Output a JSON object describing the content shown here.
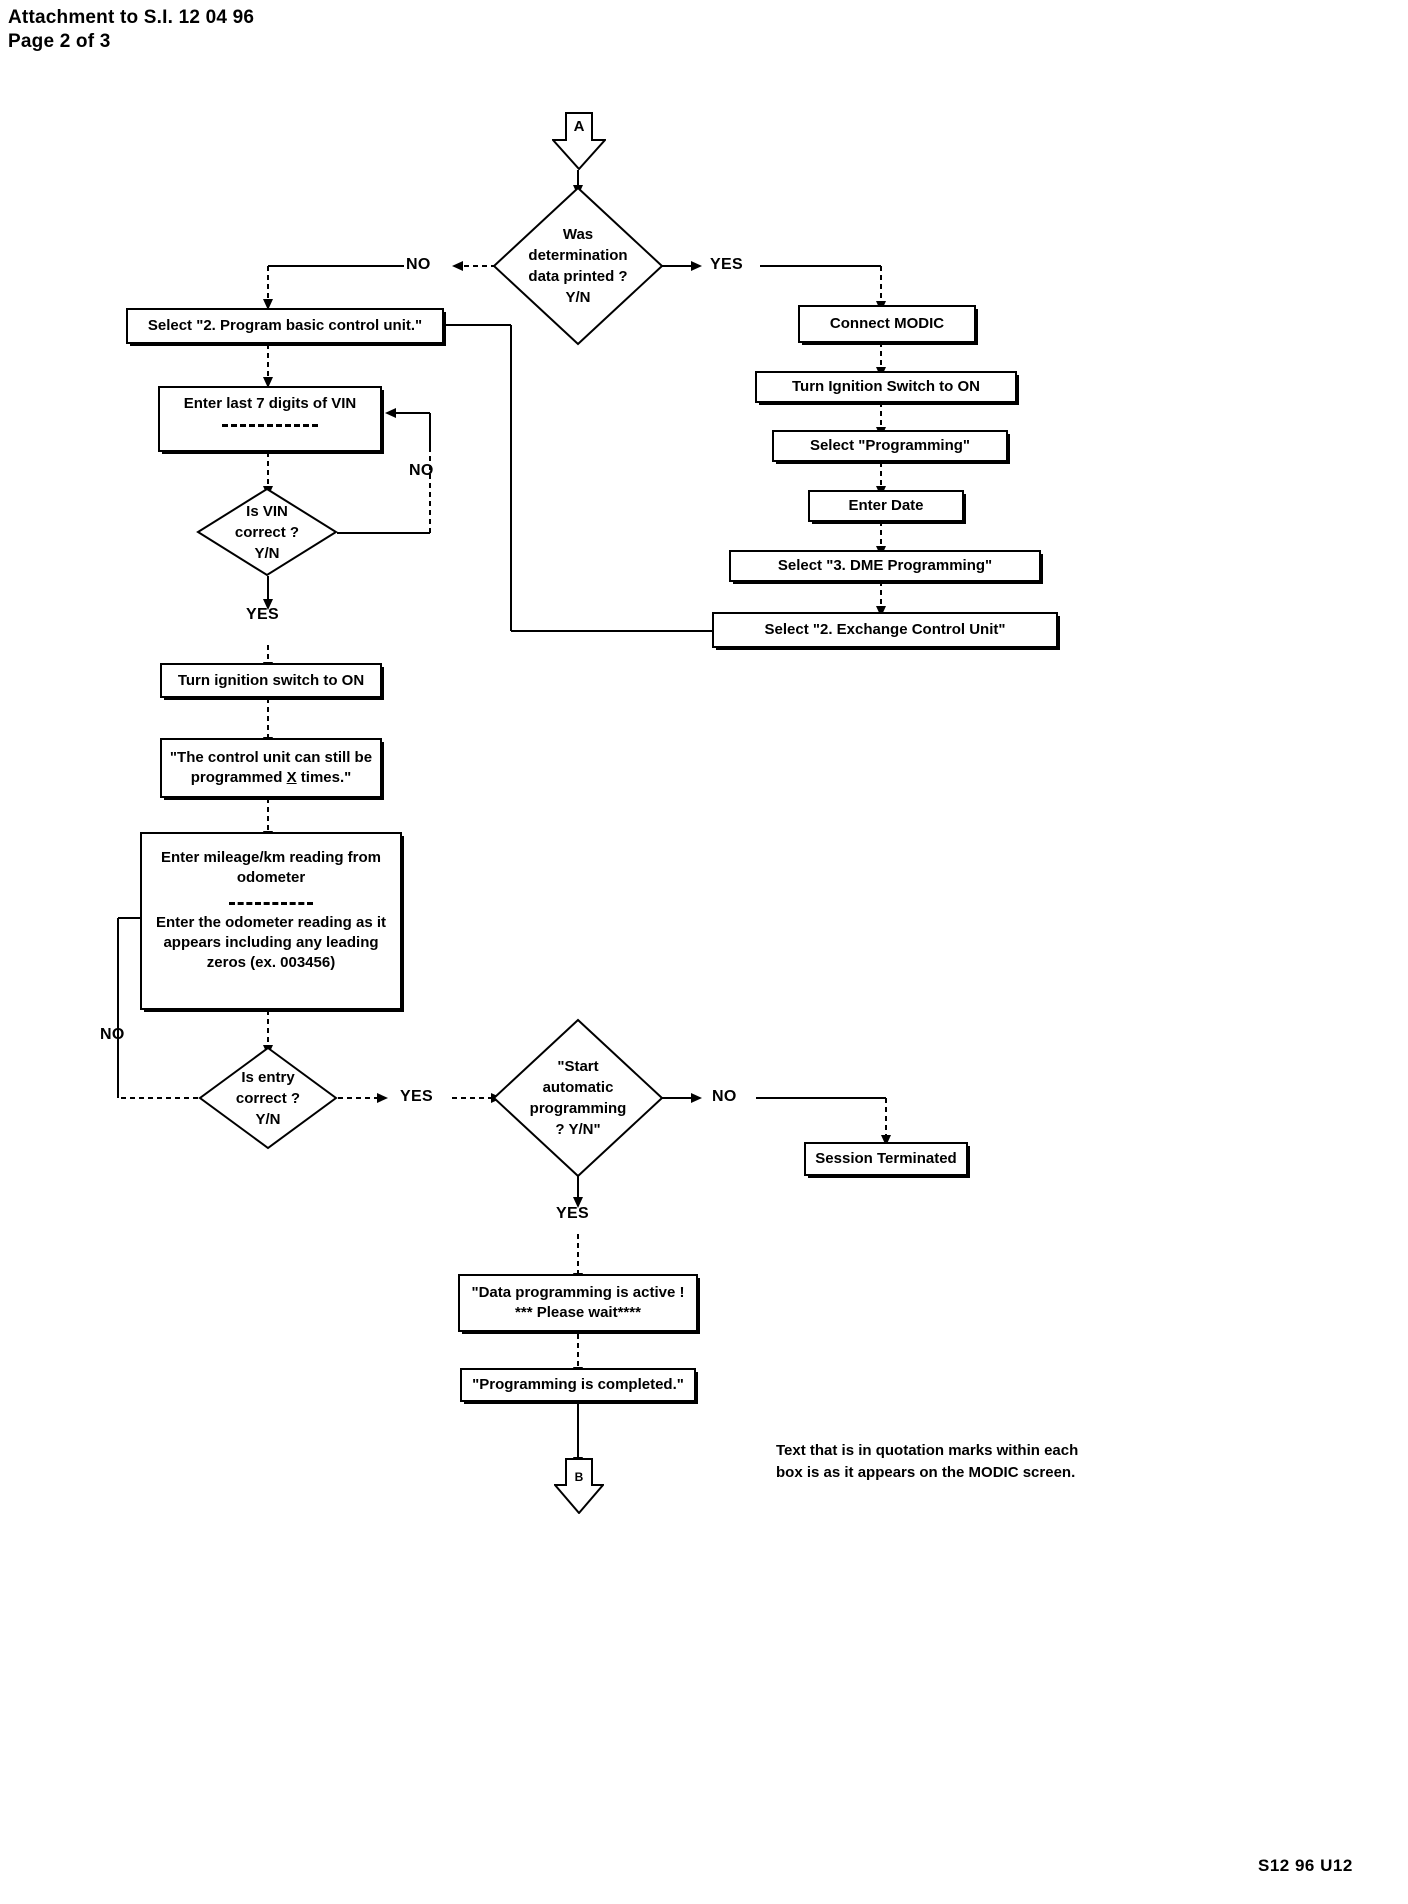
{
  "header": {
    "line1": "Attachment to S.I. 12 04 96",
    "line2": "Page 2 of 3"
  },
  "connectors": {
    "a": "A",
    "b": "B"
  },
  "decisions": {
    "printed": {
      "l1": "Was",
      "l2": "determination",
      "l3": "data printed ?",
      "l4": "Y/N"
    },
    "vin": {
      "l1": "Is VIN",
      "l2": "correct ?",
      "l3": "Y/N"
    },
    "entry": {
      "l1": "Is entry",
      "l2": "correct ?",
      "l3": "Y/N"
    },
    "autoprog": {
      "l1": "\"Start",
      "l2": "automatic",
      "l3": "programming",
      "l4": "? Y/N\""
    }
  },
  "boxes": {
    "select_program_basic": "Select \"2. Program basic control unit.\"",
    "enter_vin": "Enter last 7 digits of VIN",
    "turn_ignition_on_left": "Turn ignition switch to ON",
    "control_unit_times_l1": "\"The control unit can still be",
    "control_unit_times_l2a": "programmed ",
    "control_unit_times_x": "X",
    "control_unit_times_l2b": " times.\"",
    "mileage_l1": "Enter mileage/km reading from",
    "mileage_l2": "odometer",
    "mileage_l3": "Enter the odometer reading as it",
    "mileage_l4": "appears including any leading",
    "mileage_l5": "zeros (ex. 003456)",
    "connect_modic": "Connect MODIC",
    "turn_ignition_on_right": "Turn Ignition Switch to ON",
    "select_programming": "Select \"Programming\"",
    "enter_date": "Enter Date",
    "select_dme": "Select \"3. DME Programming\"",
    "select_exchange": "Select \"2. Exchange Control Unit\"",
    "session_terminated": "Session Terminated",
    "data_prog_l1": "\"Data programming is active !",
    "data_prog_l2": "*** Please wait****",
    "prog_completed": "\"Programming is completed.\""
  },
  "edge_labels": {
    "no_top": "NO",
    "yes_top": "YES",
    "no_vin": "NO",
    "yes_vin": "YES",
    "no_entry": "NO",
    "yes_entry": "YES",
    "no_auto": "NO",
    "yes_auto": "YES"
  },
  "note": {
    "l1": "Text that is in quotation marks within each",
    "l2": "box is as it appears on the MODIC screen."
  },
  "footer": "S12 96 U12",
  "colors": {
    "ink": "#000000",
    "paper": "#ffffff"
  }
}
